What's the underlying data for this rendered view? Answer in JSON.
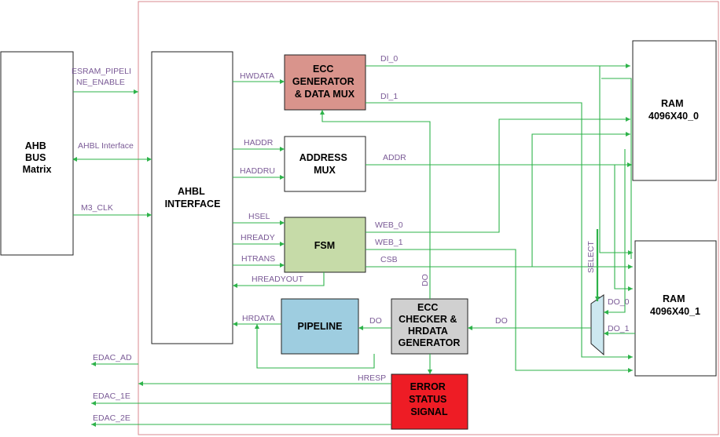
{
  "colors": {
    "wire": "#2eb34a",
    "border": "#d98a8f",
    "signal_text": "#7a5a96",
    "ecc_gen_fill": "#d9948c",
    "fsm_fill": "#c6dba8",
    "pipeline_fill": "#9ecde0",
    "checker_fill": "#d0d0d0",
    "error_fill": "#ee1c25",
    "mux_fill": "#cde8f0"
  },
  "blocks": {
    "ahb": [
      "AHB",
      "BUS",
      "Matrix"
    ],
    "ahbl": [
      "AHBL",
      "INTERFACE"
    ],
    "ecc_gen": [
      "ECC",
      "GENERATOR",
      "& DATA MUX"
    ],
    "addr_mux": [
      "ADDRESS",
      "MUX"
    ],
    "fsm": [
      "FSM"
    ],
    "pipeline": [
      "PIPELINE"
    ],
    "checker": [
      "ECC",
      "CHECKER &",
      "HRDATA",
      "GENERATOR"
    ],
    "error": [
      "ERROR",
      "STATUS",
      "SIGNAL"
    ],
    "ram0": [
      "RAM",
      "4096X40_0"
    ],
    "ram1": [
      "RAM",
      "4096X40_1"
    ]
  },
  "signals": {
    "esram_pipe_1": "ESRAM_PIPELI",
    "esram_pipe_2": "NE_ENABLE",
    "ahbl_if": "AHBL Interface",
    "m3_clk": "M3_CLK",
    "hwdata": "HWDATA",
    "haddr": "HADDR",
    "haddru": "HADDRU",
    "hsel": "HSEL",
    "hready": "HREADY",
    "htrans": "HTRANS",
    "hreadyout": "HREADYOUT",
    "hrdata": "HRDATA",
    "di_0": "DI_0",
    "di_1": "DI_1",
    "addr": "ADDR",
    "web_0": "WEB_0",
    "web_1": "WEB_1",
    "csb": "CSB",
    "do_vert": "DO",
    "do_pipe": "DO",
    "do_mux": "DO",
    "do_0": "DO_0",
    "do_1": "DO_1",
    "select": "SELECT",
    "hresp": "HRESP",
    "edac_ad": "EDAC_AD",
    "edac_1e": "EDAC_1E",
    "edac_2e": "EDAC_2E"
  }
}
